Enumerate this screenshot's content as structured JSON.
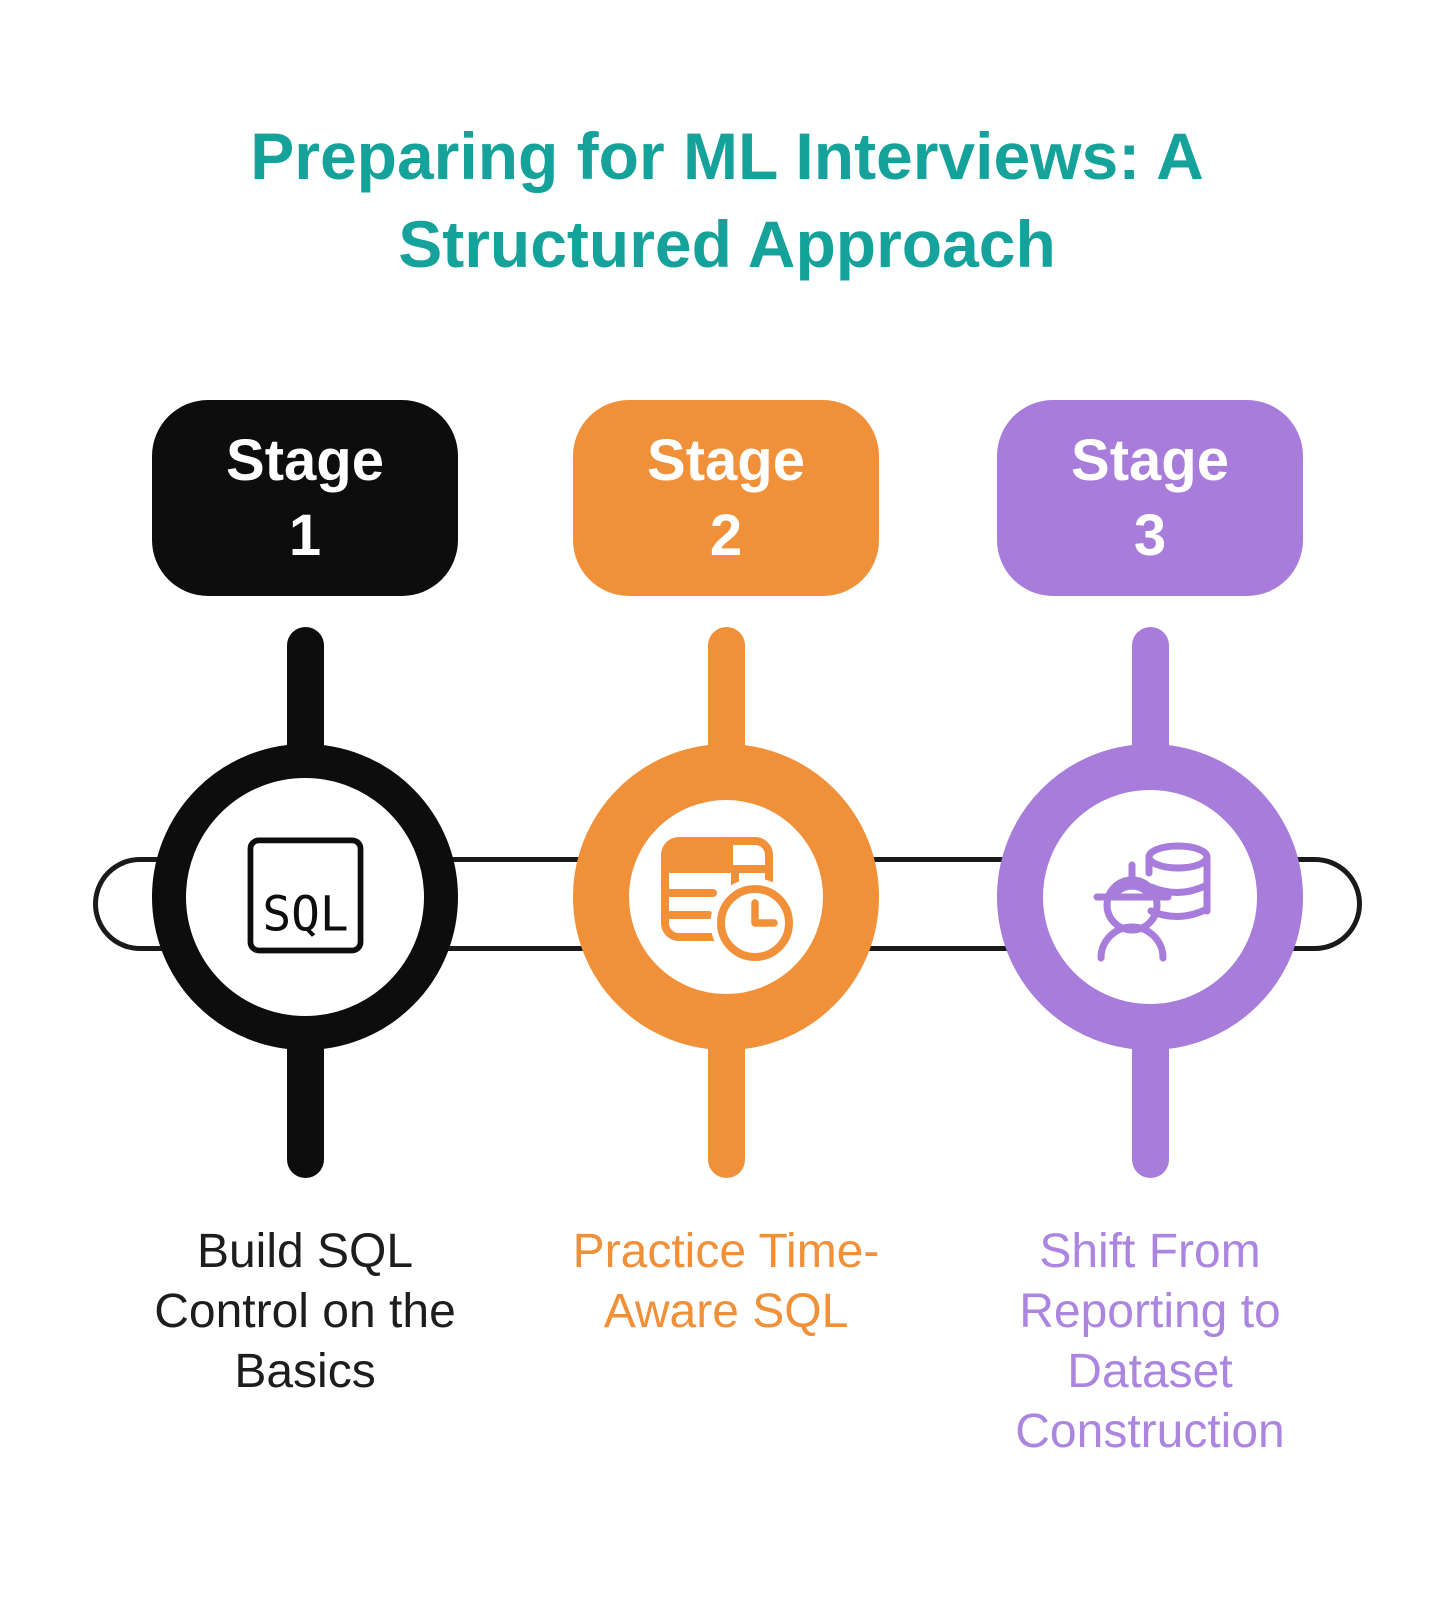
{
  "title": {
    "lines": [
      "Preparing for ML Interviews: A",
      "Structured Approach"
    ],
    "color": "#14A29A"
  },
  "connector": {
    "outline_color": "#1A1A1A"
  },
  "stages": [
    {
      "badge_lines": [
        "Stage",
        "1"
      ],
      "badge_text_color": "#FFFFFF",
      "color": "#0D0D0D",
      "icon": "sql-document-icon",
      "icon_label": "SQL",
      "caption_lines": [
        "Build SQL",
        "Control on the",
        "Basics"
      ],
      "caption_color": "#1D1D1D"
    },
    {
      "badge_lines": [
        "Stage",
        "2"
      ],
      "badge_text_color": "#FFFFFF",
      "color": "#F0913A",
      "icon": "table-clock-icon",
      "caption_lines": [
        "Practice Time-",
        "Aware SQL"
      ],
      "caption_color": "#F0913A"
    },
    {
      "badge_lines": [
        "Stage",
        "3"
      ],
      "badge_text_color": "#FFFFFF",
      "color": "#A77CDB",
      "icon": "person-database-icon",
      "caption_lines": [
        "Shift From",
        "Reporting to",
        "Dataset",
        "Construction"
      ],
      "caption_color": "#AB85E0"
    }
  ]
}
